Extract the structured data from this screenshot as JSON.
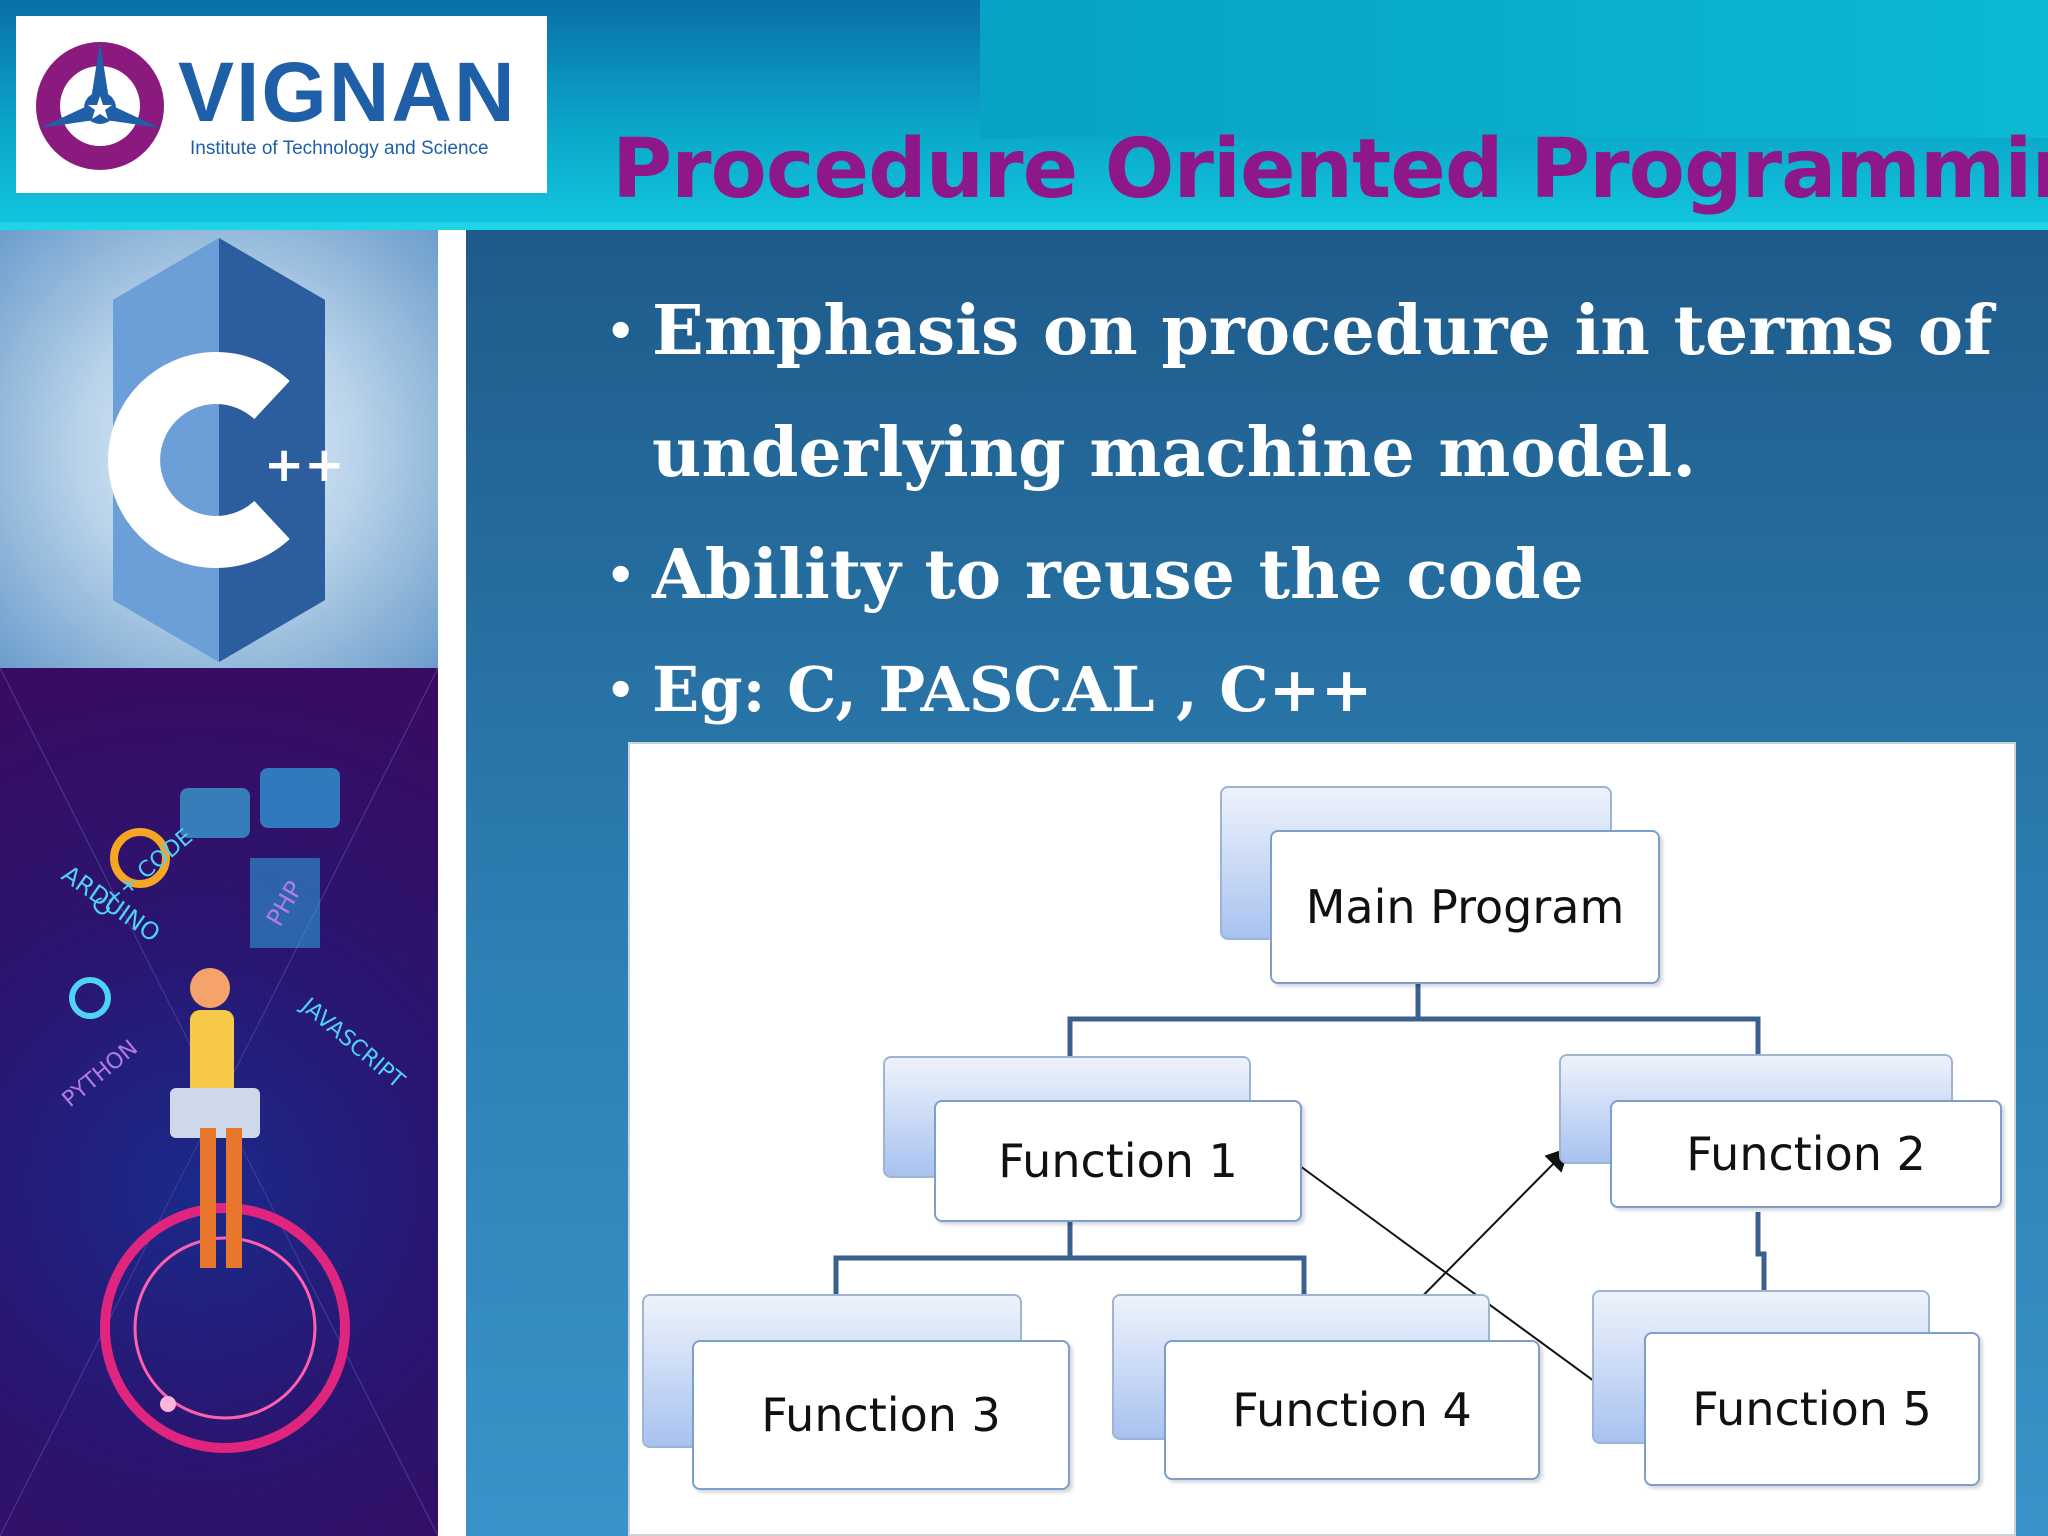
{
  "header": {
    "logo_name": "VIGNAN",
    "logo_subtitle": "Institute of Technology and Science",
    "title": "Procedure Oriented Programming"
  },
  "bullets": [
    {
      "text": "Emphasis on procedure in terms of underlying machine model."
    },
    {
      "text": "Ability to reuse the code"
    },
    {
      "text": "Eg: C, PASCAL , C++"
    }
  ],
  "diagram": {
    "main": "Main Program",
    "functions": [
      "Function 1",
      "Function 2",
      "Function 3",
      "Function 4",
      "Function 5"
    ]
  },
  "colors": {
    "title": "#8e1889",
    "logo_blue": "#1f5fa8",
    "box_border": "#7c9fcb",
    "connector": "#3b5f8f"
  }
}
